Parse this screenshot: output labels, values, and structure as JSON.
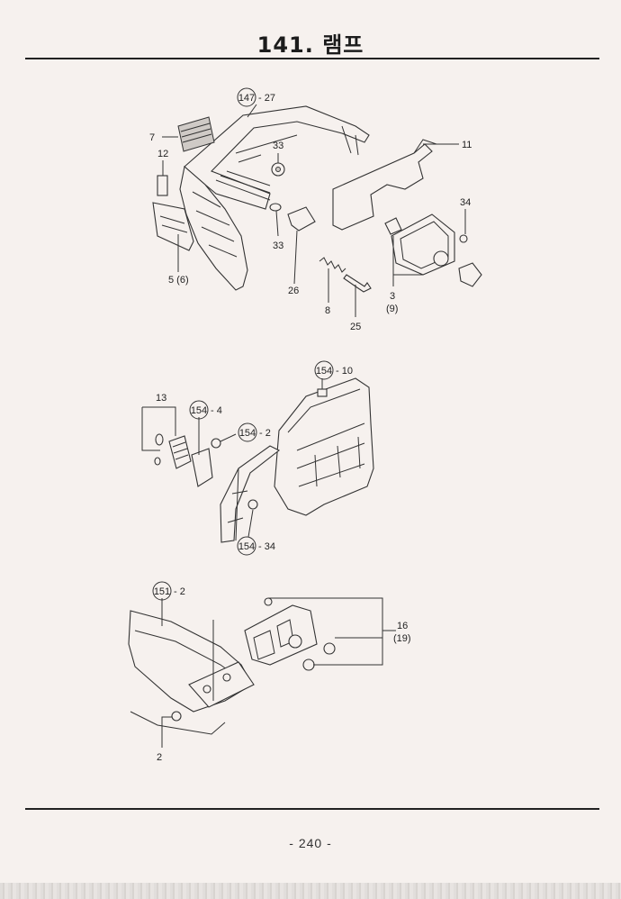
{
  "page": {
    "title": "141. 램프",
    "page_number": "- 240 -"
  },
  "figure1": {
    "callouts": {
      "ref147": "147",
      "ref147_suffix": "- 27",
      "p7": "7",
      "p12": "12",
      "p5": "5 (6)",
      "p33a": "33",
      "p33b": "33",
      "p26": "26",
      "p8": "8",
      "p25": "25",
      "p11": "11",
      "p34": "34",
      "p3": "3",
      "p3b": "(9)"
    }
  },
  "figure2": {
    "callouts": {
      "ref154a": "154",
      "ref154a_suffix": "- 10",
      "p13": "13",
      "ref154b": "154",
      "ref154b_suffix": "- 4",
      "ref154c": "154",
      "ref154c_suffix": "- 2",
      "ref154d": "154",
      "ref154d_suffix": "- 34"
    }
  },
  "figure3": {
    "callouts": {
      "ref151": "151",
      "ref151_suffix": "- 2",
      "p16": "16",
      "p16b": "(19)",
      "p2": "2"
    }
  }
}
